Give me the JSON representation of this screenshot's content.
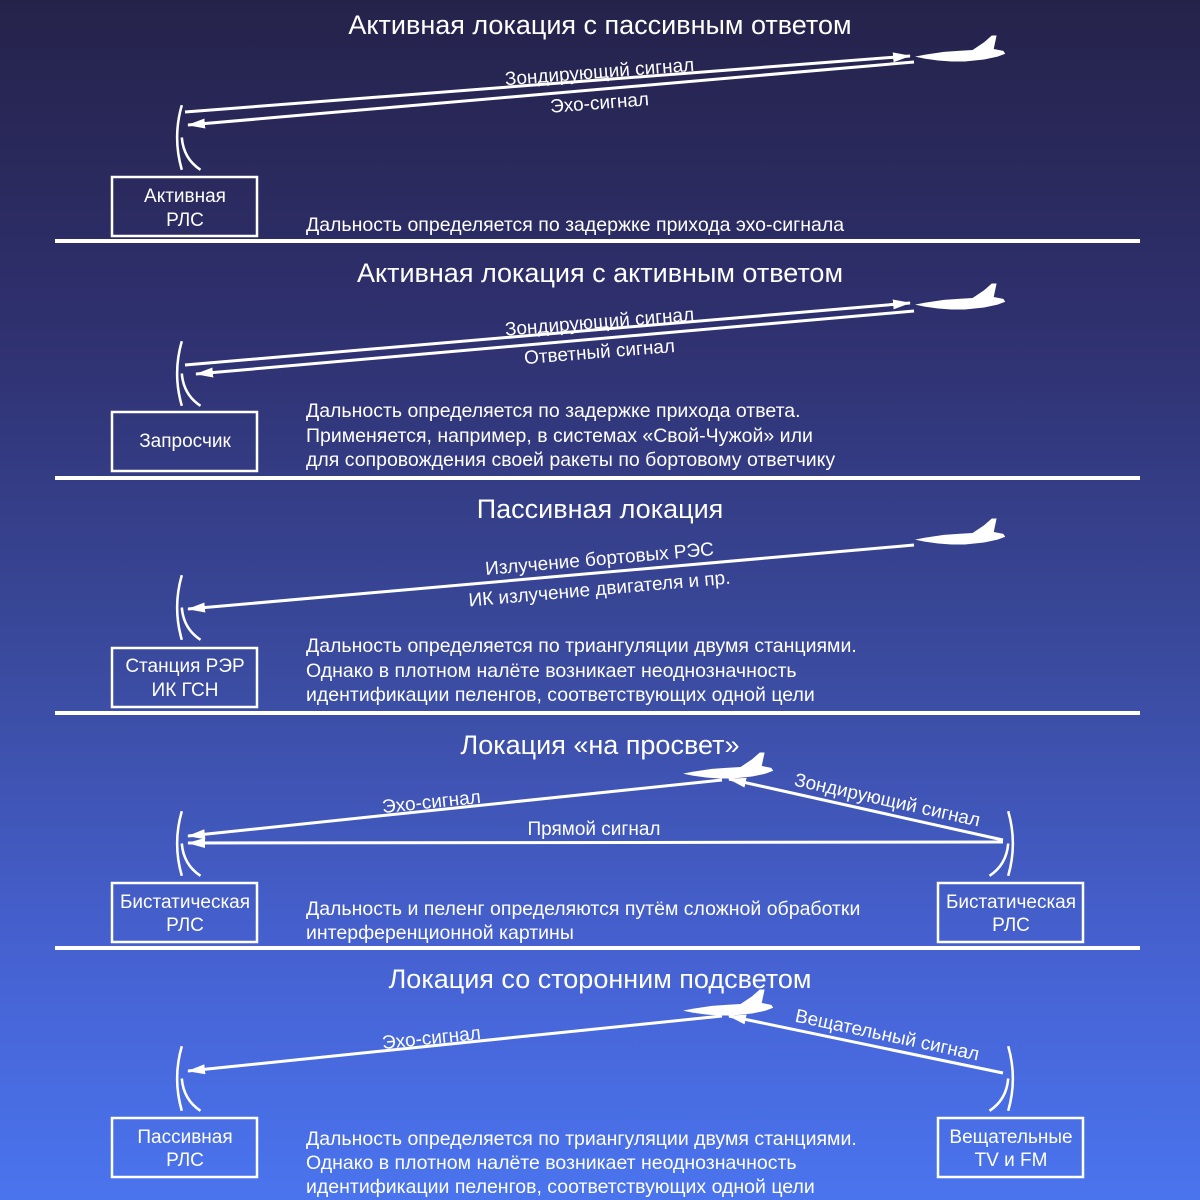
{
  "sections": [
    {
      "title": "Активная локация с пассивным ответом",
      "signal_top": "Зондирующий сигнал",
      "signal_bottom": "Эхо-сигнал",
      "station": [
        "Активная",
        "РЛС"
      ],
      "notes": [
        "Дальность определяется по задержке прихода эхо-сигнала"
      ]
    },
    {
      "title": "Активная локация с активным ответом",
      "signal_top": "Зондирующий сигнал",
      "signal_bottom": "Ответный сигнал",
      "station": [
        "Запросчик"
      ],
      "notes": [
        "Дальность определяется по задержке прихода ответа.",
        "Применяется, например, в системах «Свой-Чужой» или",
        "для сопровождения своей ракеты по бортовому ответчику"
      ]
    },
    {
      "title": "Пассивная локация",
      "signal_top": "Излучение бортовых РЭС",
      "signal_bottom": "ИК излучение двигателя и пр.",
      "station": [
        "Станция РЭР",
        "ИК ГСН"
      ],
      "notes": [
        "Дальность определяется по триангуляции двумя станциями.",
        "Однако в плотном налёте возникает неоднозначность",
        "идентификации пеленгов, соответствующих одной цели"
      ]
    },
    {
      "title": "Локация «на просвет»",
      "signal_left": "Эхо-сигнал",
      "signal_right": "Зондирующий сигнал",
      "signal_direct": "Прямой сигнал",
      "station_left": [
        "Бистатическая",
        "РЛС"
      ],
      "station_right": [
        "Бистатическая",
        "РЛС"
      ],
      "notes": [
        "Дальность и пеленг определяются путём сложной обработки",
        "интерференционной картины"
      ]
    },
    {
      "title": "Локация со сторонним подсветом",
      "signal_left": "Эхо-сигнал",
      "signal_right": "Вещательный сигнал",
      "station_left": [
        "Пассивная",
        "РЛС"
      ],
      "station_right": [
        "Вещательные",
        "TV и FM"
      ],
      "notes": [
        "Дальность определяется по триангуляции двумя станциями.",
        "Однако в плотном налёте возникает неоднозначность",
        "идентификации пеленгов, соответствующих одной цели"
      ]
    }
  ],
  "colors": {
    "background_top": "#25224a",
    "background_bottom": "#4a74ee",
    "foreground": "#ffffff"
  },
  "icons": [
    "aircraft-icon",
    "antenna-icon",
    "arrow-icon"
  ]
}
